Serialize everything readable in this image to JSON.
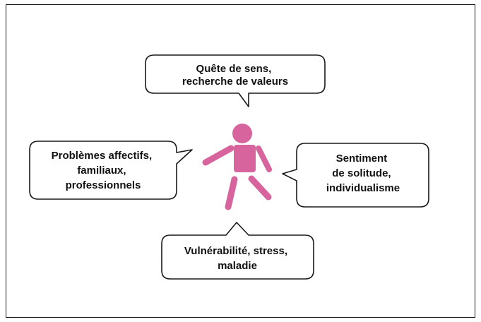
{
  "colors": {
    "figure": "#d8649e",
    "bubble_border": "#1a1a1a",
    "text": "#111111"
  },
  "bubbles": {
    "top": {
      "lines": [
        "Quête de sens,",
        "recherche de valeurs"
      ]
    },
    "left": {
      "lines": [
        "Problèmes affectifs,",
        "familiaux,",
        "professionnels"
      ]
    },
    "right": {
      "lines": [
        "Sentiment",
        "de solitude,",
        "individualisme"
      ]
    },
    "bottom": {
      "lines": [
        "Vulnérabilité, stress,",
        "maladie"
      ]
    }
  }
}
